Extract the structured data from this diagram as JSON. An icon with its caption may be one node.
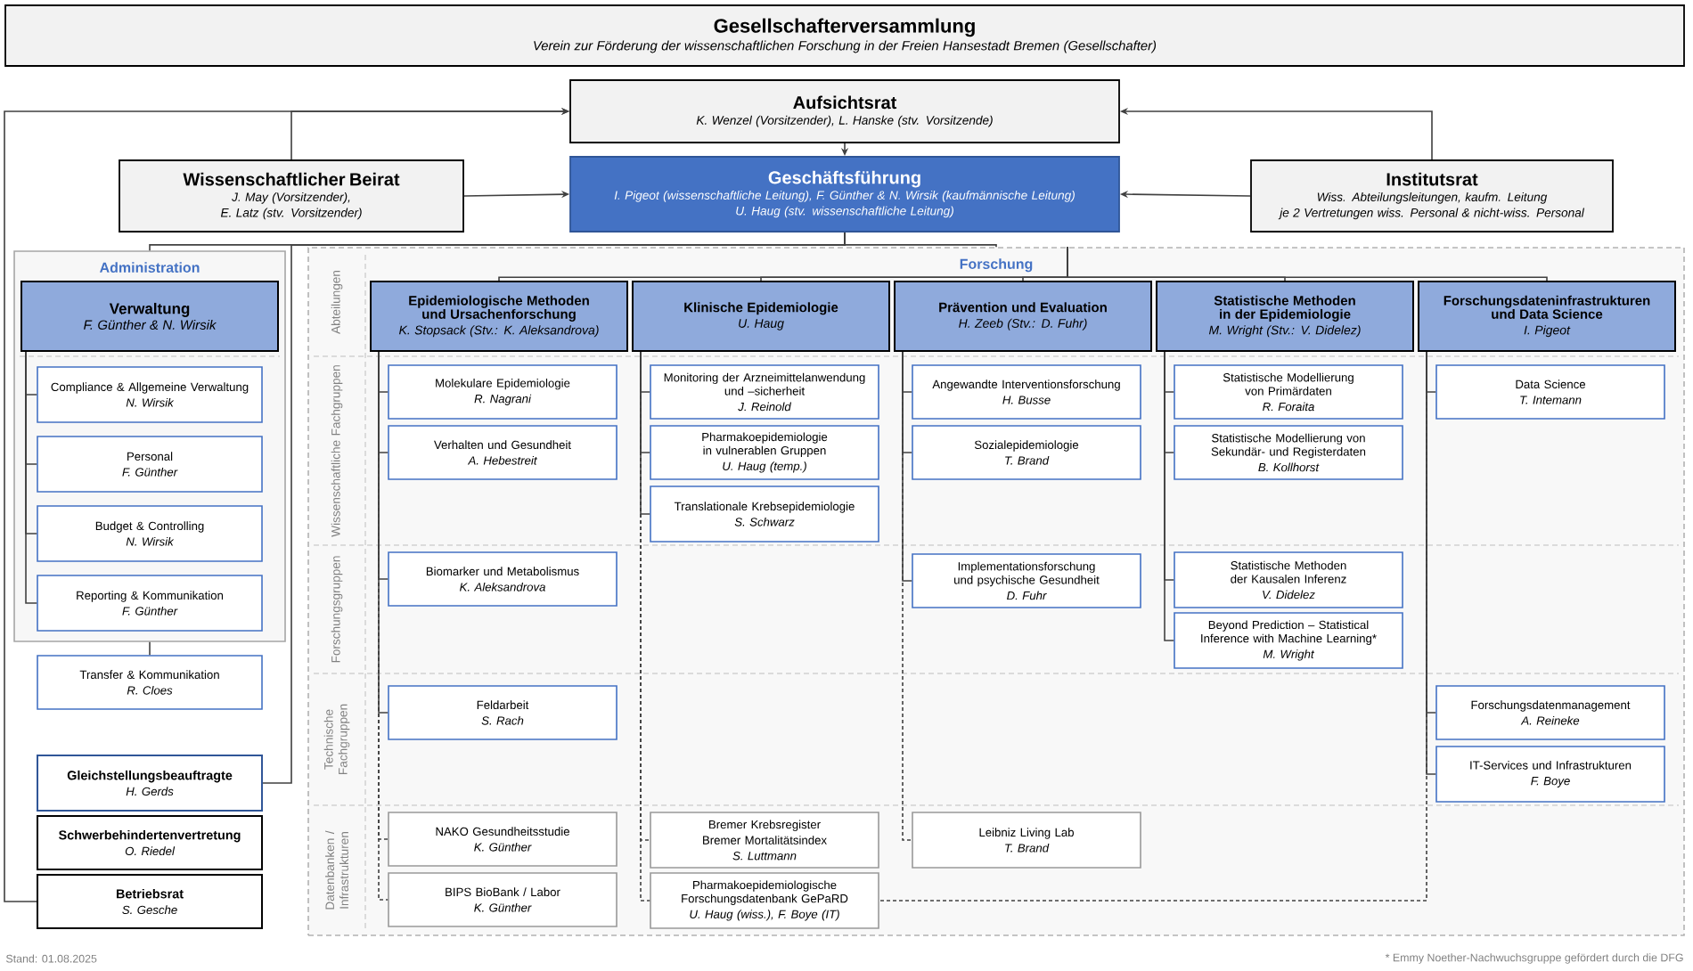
{
  "diagram": {
    "nodes": [
      {
        "text": [
          "Gesellschafterversammlung",
          "Verein zur Förderung der wissenschaftlichen Forschung in der Freien Hansestadt Bremen (Gesellschafter)"
        ]
      },
      {
        "text": [
          "Aufsichtsrat",
          "K. Wenzel (Vorsitzender), L. Hanske (stv. Vorsitzende)"
        ]
      },
      {
        "text": [
          "Wissenschaftlicher Beirat",
          "J. May (Vorsitzender),",
          "E. Latz (stv. Vorsitzender)"
        ]
      },
      {
        "text": [
          "Geschäftsführung",
          "I. Pigeot (wissenschaftliche Leitung), F. Günther & N. Wirsik (kaufmännische Leitung)",
          "U. Haug (stv. wissenschaftliche Leitung)"
        ]
      },
      {
        "text": [
          "Institutsrat",
          "Wiss. Abteilungsleitungen, kaufm. Leitung",
          "je 2 Vertretungen wiss. Personal & nicht-wiss. Personal"
        ]
      },
      {
        "text": [
          "Administration"
        ]
      },
      {
        "text": [
          "Verwaltung",
          "F. Günther & N. Wirsik"
        ],
        "in": 5
      },
      {
        "text": [
          "Compliance & Allgemeine Verwaltung",
          "N. Wirsik"
        ],
        "in": 5
      },
      {
        "text": [
          "Personal",
          "F. Günther"
        ],
        "in": 5
      },
      {
        "text": [
          "Budget & Controlling",
          "N. Wirsik"
        ],
        "in": 5
      },
      {
        "text": [
          "Reporting & Kommunikation",
          "F. Günther"
        ],
        "in": 5
      },
      {
        "text": [
          "Transfer & Kommunikation",
          "R. Cloes"
        ]
      },
      {
        "text": [
          "Gleichstellungsbeauftragte",
          "H. Gerds"
        ]
      },
      {
        "text": [
          "Schwerbehindertenvertretung",
          "O. Riedel"
        ]
      },
      {
        "text": [
          "Betriebsrat",
          "S. Gesche"
        ]
      },
      {
        "text": [
          "Forschung"
        ]
      },
      {
        "text": [
          "Epidemiologische Methoden und Ursachenforschung",
          "K. Stopsack (Stv.: K. Aleksandrova)"
        ],
        "in": 15
      },
      {
        "text": [
          "Klinische Epidemiologie",
          "U. Haug"
        ],
        "in": 15
      },
      {
        "text": [
          "Prävention und Evaluation",
          "H. Zeeb (Stv.: D. Fuhr)"
        ],
        "in": 15
      },
      {
        "text": [
          "Statistische Methoden in der Epidemiologie",
          "M. Wright (Stv.: V. Didelez)"
        ],
        "in": 15
      },
      {
        "text": [
          "Forschungsdateninfrastrukturen und Data Science",
          "I. Pigeot"
        ],
        "in": 15
      },
      {
        "text": [
          "Molekulare Epidemiologie",
          "R. Nagrani"
        ],
        "in": 15
      },
      {
        "text": [
          "Verhalten und Gesundheit",
          "A. Hebestreit"
        ],
        "in": 15
      },
      {
        "text": [
          "Biomarker und Metabolismus",
          "K. Aleksandrova"
        ],
        "in": 15
      },
      {
        "text": [
          "Feldarbeit",
          "S. Rach"
        ],
        "in": 15
      },
      {
        "text": [
          "NAKO Gesundheitsstudie",
          "K. Günther"
        ],
        "in": 15
      },
      {
        "text": [
          "BIPS BioBank / Labor",
          "K. Günther"
        ],
        "in": 15
      },
      {
        "text": [
          "Monitoring der Arzneimittelanwendung und –sicherheit",
          "J. Reinold"
        ],
        "in": 15
      },
      {
        "text": [
          "Pharmakoepidemiologie in vulnerablen Gruppen",
          "U. Haug (temp.)"
        ],
        "in": 15
      },
      {
        "text": [
          "Translationale Krebsepidemiologie",
          "S. Schwarz"
        ],
        "in": 15
      },
      {
        "text": [
          "Bremer Krebsregister",
          "Bremer Mortalitätsindex",
          "S. Luttmann"
        ],
        "in": 15
      },
      {
        "text": [
          "Pharmakoepidemiologische Forschungsdatenbank GePaRD",
          "U. Haug (wiss.), F. Boye (IT)"
        ],
        "in": 15
      },
      {
        "text": [
          "Angewandte Interventionsforschung",
          "H. Busse"
        ],
        "in": 15
      },
      {
        "text": [
          "Sozialepidemiologie",
          "T. Brand"
        ],
        "in": 15
      },
      {
        "text": [
          "Implementationsforschung und psychische Gesundheit",
          "D. Fuhr"
        ],
        "in": 15
      },
      {
        "text": [
          "Leibniz Living Lab",
          "T. Brand"
        ],
        "in": 15
      },
      {
        "text": [
          "Statistische Modellierung von Primärdaten",
          "R. Foraita"
        ],
        "in": 15
      },
      {
        "text": [
          "Statistische Modellierung von Sekundär- und Registerdaten",
          "B. Kollhorst"
        ],
        "in": 15
      },
      {
        "text": [
          "Statistische Methoden der Kausalen Inferenz",
          "V. Didelez"
        ],
        "in": 15
      },
      {
        "text": [
          "Beyond Prediction – Statistical Inference with Machine Learning*",
          "M. Wright"
        ],
        "in": 15
      },
      {
        "text": [
          "Data Science",
          "T. Intemann"
        ],
        "in": 15
      },
      {
        "text": [
          "Forschungsdatenmanagement",
          "A. Reineke"
        ],
        "in": 15
      },
      {
        "text": [
          "IT-Services und Infrastrukturen",
          "F. Boye"
        ],
        "in": 15
      }
    ],
    "edges": [
      {
        "from": 1,
        "to": 3,
        "arrow": "to"
      },
      {
        "from": 2,
        "to": 1,
        "arrow": "to"
      },
      {
        "from": 14,
        "to": 1,
        "arrow": "to"
      },
      {
        "from": 4,
        "to": 1,
        "arrow": "to"
      },
      {
        "from": 2,
        "to": 3,
        "arrow": "to"
      },
      {
        "from": 4,
        "to": 3,
        "arrow": "to"
      },
      {
        "from": 3,
        "to": 5,
        "arrow": "none"
      },
      {
        "from": 3,
        "to": 15,
        "arrow": "none"
      },
      {
        "from": 3,
        "to": 12,
        "arrow": "none"
      },
      {
        "from": 5,
        "to": 11,
        "arrow": "none"
      },
      {
        "from": 6,
        "to": 7,
        "arrow": "none"
      },
      {
        "from": 6,
        "to": 8,
        "arrow": "none"
      },
      {
        "from": 6,
        "to": 9,
        "arrow": "none"
      },
      {
        "from": 6,
        "to": 10,
        "arrow": "none"
      },
      {
        "from": 15,
        "to": 16,
        "arrow": "none"
      },
      {
        "from": 15,
        "to": 17,
        "arrow": "none"
      },
      {
        "from": 15,
        "to": 18,
        "arrow": "none"
      },
      {
        "from": 15,
        "to": 19,
        "arrow": "none"
      },
      {
        "from": 15,
        "to": 20,
        "arrow": "none"
      },
      {
        "from": 16,
        "to": 21,
        "arrow": "none"
      },
      {
        "from": 16,
        "to": 22,
        "arrow": "none"
      },
      {
        "from": 16,
        "to": 23,
        "arrow": "none"
      },
      {
        "from": 16,
        "to": 24,
        "arrow": "none"
      },
      {
        "from": 16,
        "to": 25,
        "arrow": "none",
        "style": "dashed"
      },
      {
        "from": 16,
        "to": 26,
        "arrow": "none",
        "style": "dashed"
      },
      {
        "from": 17,
        "to": 27,
        "arrow": "none"
      },
      {
        "from": 17,
        "to": 28,
        "arrow": "none"
      },
      {
        "from": 17,
        "to": 29,
        "arrow": "none"
      },
      {
        "from": 17,
        "to": 30,
        "arrow": "none",
        "style": "dashed"
      },
      {
        "from": 17,
        "to": 31,
        "arrow": "none",
        "style": "dashed"
      },
      {
        "from": 18,
        "to": 32,
        "arrow": "none"
      },
      {
        "from": 18,
        "to": 33,
        "arrow": "none"
      },
      {
        "from": 18,
        "to": 34,
        "arrow": "none"
      },
      {
        "from": 18,
        "to": 35,
        "arrow": "none",
        "style": "dashed"
      },
      {
        "from": 19,
        "to": 36,
        "arrow": "none"
      },
      {
        "from": 19,
        "to": 37,
        "arrow": "none"
      },
      {
        "from": 19,
        "to": 38,
        "arrow": "none"
      },
      {
        "from": 19,
        "to": 39,
        "arrow": "none"
      },
      {
        "from": 20,
        "to": 40,
        "arrow": "none"
      },
      {
        "from": 20,
        "to": 41,
        "arrow": "none"
      },
      {
        "from": 20,
        "to": 42,
        "arrow": "none"
      },
      {
        "from": 20,
        "to": 31,
        "arrow": "none",
        "style": "dashed"
      }
    ],
    "labels": [
      "Abteilungen",
      "Wissenschaftliche Fachgruppen",
      "Forschungsgruppen",
      "Technische Fachgruppen",
      "Datenbanken / Infrastrukturen",
      "Stand: 01.08.2025",
      "* Emmy Noether-Nachwuchsgruppe gefördert durch die DFG"
    ]
  }
}
